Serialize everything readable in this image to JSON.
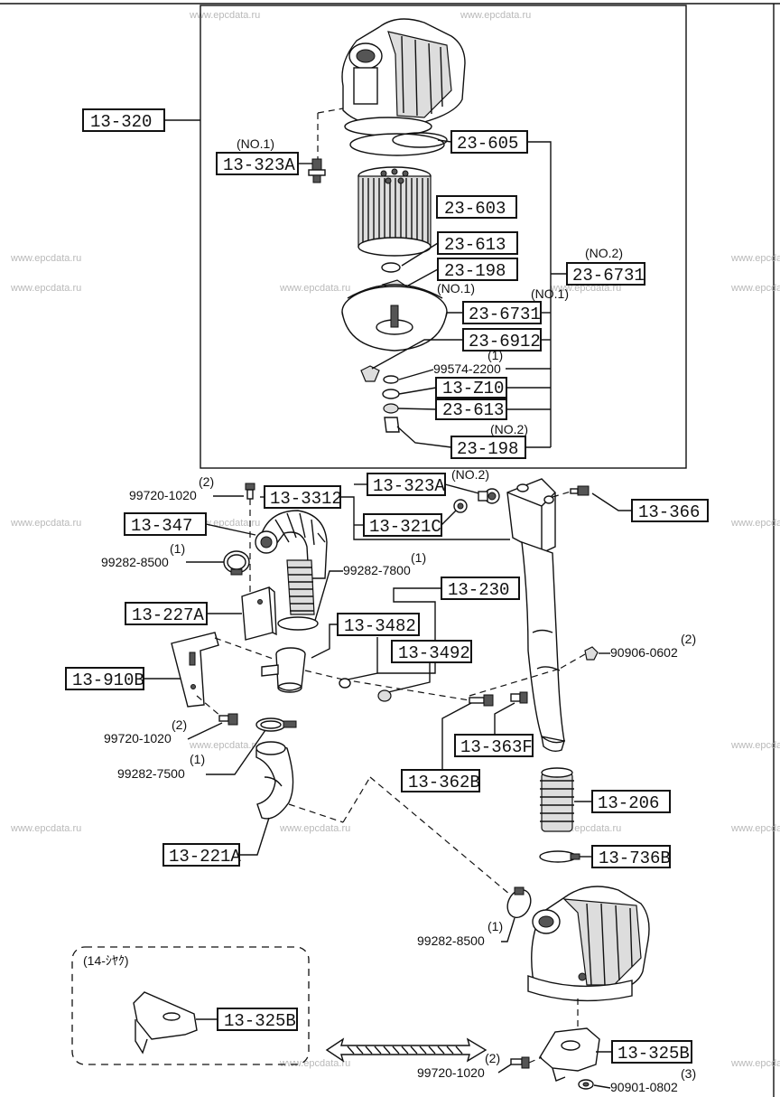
{
  "watermark": "www.epcdata.ru",
  "parts": {
    "p13_320": "13-320",
    "p13_323A_top": "13-323A",
    "p13_323A_top_note": "(NO.1)",
    "p23_605": "23-605",
    "p23_603": "23-603",
    "p23_613_top": "23-613",
    "p23_198_top": "23-198",
    "p23_198_top_note": "(NO.1)",
    "p23_6731_no2": "23-6731",
    "p23_6731_no2_note": "(NO.2)",
    "p23_6731_no1": "23-6731",
    "p23_6731_no1_note": "(NO.1)",
    "p23_6912": "23-6912",
    "p99574_2200": "99574-2200",
    "p99574_2200_qty": "(1)",
    "p13_Z10": "13-Z10",
    "p23_613_low": "23-613",
    "p23_198_low": "23-198",
    "p23_198_low_note": "(NO.2)",
    "p99720_1020_a": "99720-1020",
    "p99720_1020_a_qty": "(2)",
    "p13_3312": "13-3312",
    "p13_323A_mid": "13-323A",
    "p13_323A_mid_note": "(NO.2)",
    "p13_321C": "13-321C",
    "p13_366": "13-366",
    "p13_347": "13-347",
    "p99282_8500_a": "99282-8500",
    "p99282_8500_a_qty": "(1)",
    "p99282_7800": "99282-7800",
    "p99282_7800_qty": "(1)",
    "p13_230": "13-230",
    "p13_227A": "13-227A",
    "p13_3482": "13-3482",
    "p13_3492": "13-3492",
    "p90906_0602": "90906-0602",
    "p90906_0602_qty": "(2)",
    "p13_910B": "13-910B",
    "p99720_1020_b": "99720-1020",
    "p99720_1020_b_qty": "(2)",
    "p13_363F": "13-363F",
    "p99282_7500": "99282-7500",
    "p99282_7500_qty": "(1)",
    "p13_362B": "13-362B",
    "p13_206": "13-206",
    "p13_221A": "13-221A",
    "p13_736B": "13-736B",
    "p99282_8500_b": "99282-8500",
    "p99282_8500_b_qty": "(1)",
    "inset_title": "(14-ｼﾔｸ)",
    "p13_325B_inset": "13-325B",
    "p13_325B": "13-325B",
    "p99720_1020_c": "99720-1020",
    "p99720_1020_c_qty": "(2)",
    "p90901_0802": "90901-0802",
    "p90901_0802_qty": "(3)"
  }
}
